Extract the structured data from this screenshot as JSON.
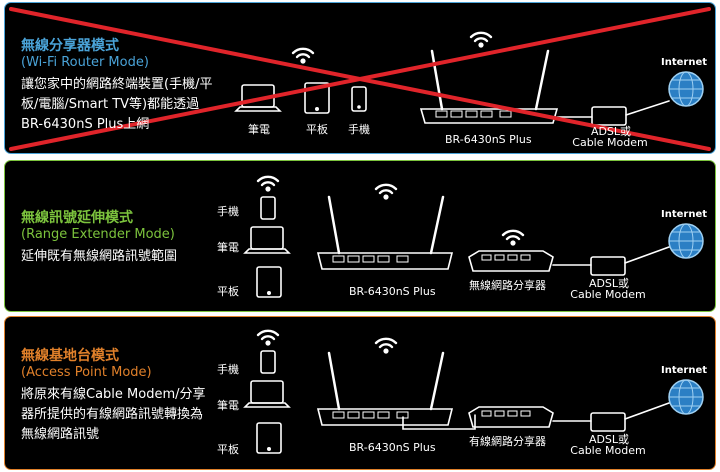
{
  "colors": {
    "router_mode": "#4aa3d8",
    "extender_mode": "#7cc33d",
    "ap_mode": "#e0802a",
    "cross": "#e0242a",
    "line": "#ffffff"
  },
  "panels": [
    {
      "title": "無線分享器模式",
      "subtitle": "(Wi-Fi Router Mode)",
      "description": "讓您家中的網路終端裝置(手機/平板/電腦/Smart TV等)都能透過BR-6430nS Plus上網",
      "devices": [
        "筆電",
        "平板",
        "手機"
      ],
      "router": "BR-6430nS Plus",
      "modem": [
        "ADSL或",
        "Cable Modem"
      ],
      "internet": "Internet",
      "crossed_out": true
    },
    {
      "title": "無線訊號延伸模式",
      "subtitle": "(Range Extender Mode)",
      "description": "延伸既有無線網路訊號範圍",
      "devices": [
        "手機",
        "筆電",
        "平板"
      ],
      "router": "BR-6430nS Plus",
      "sharer": "無線網路分享器",
      "modem": [
        "ADSL或",
        "Cable Modem"
      ],
      "internet": "Internet"
    },
    {
      "title": "無線基地台模式",
      "subtitle": "(Access Point Mode)",
      "description": "將原來有線Cable Modem/分享器所提供的有線網路訊號轉換為無線網路訊號",
      "devices": [
        "手機",
        "筆電",
        "平板"
      ],
      "router": "BR-6430nS Plus",
      "sharer": "有線網路分享器",
      "modem": [
        "ADSL或",
        "Cable Modem"
      ],
      "internet": "Internet"
    }
  ]
}
